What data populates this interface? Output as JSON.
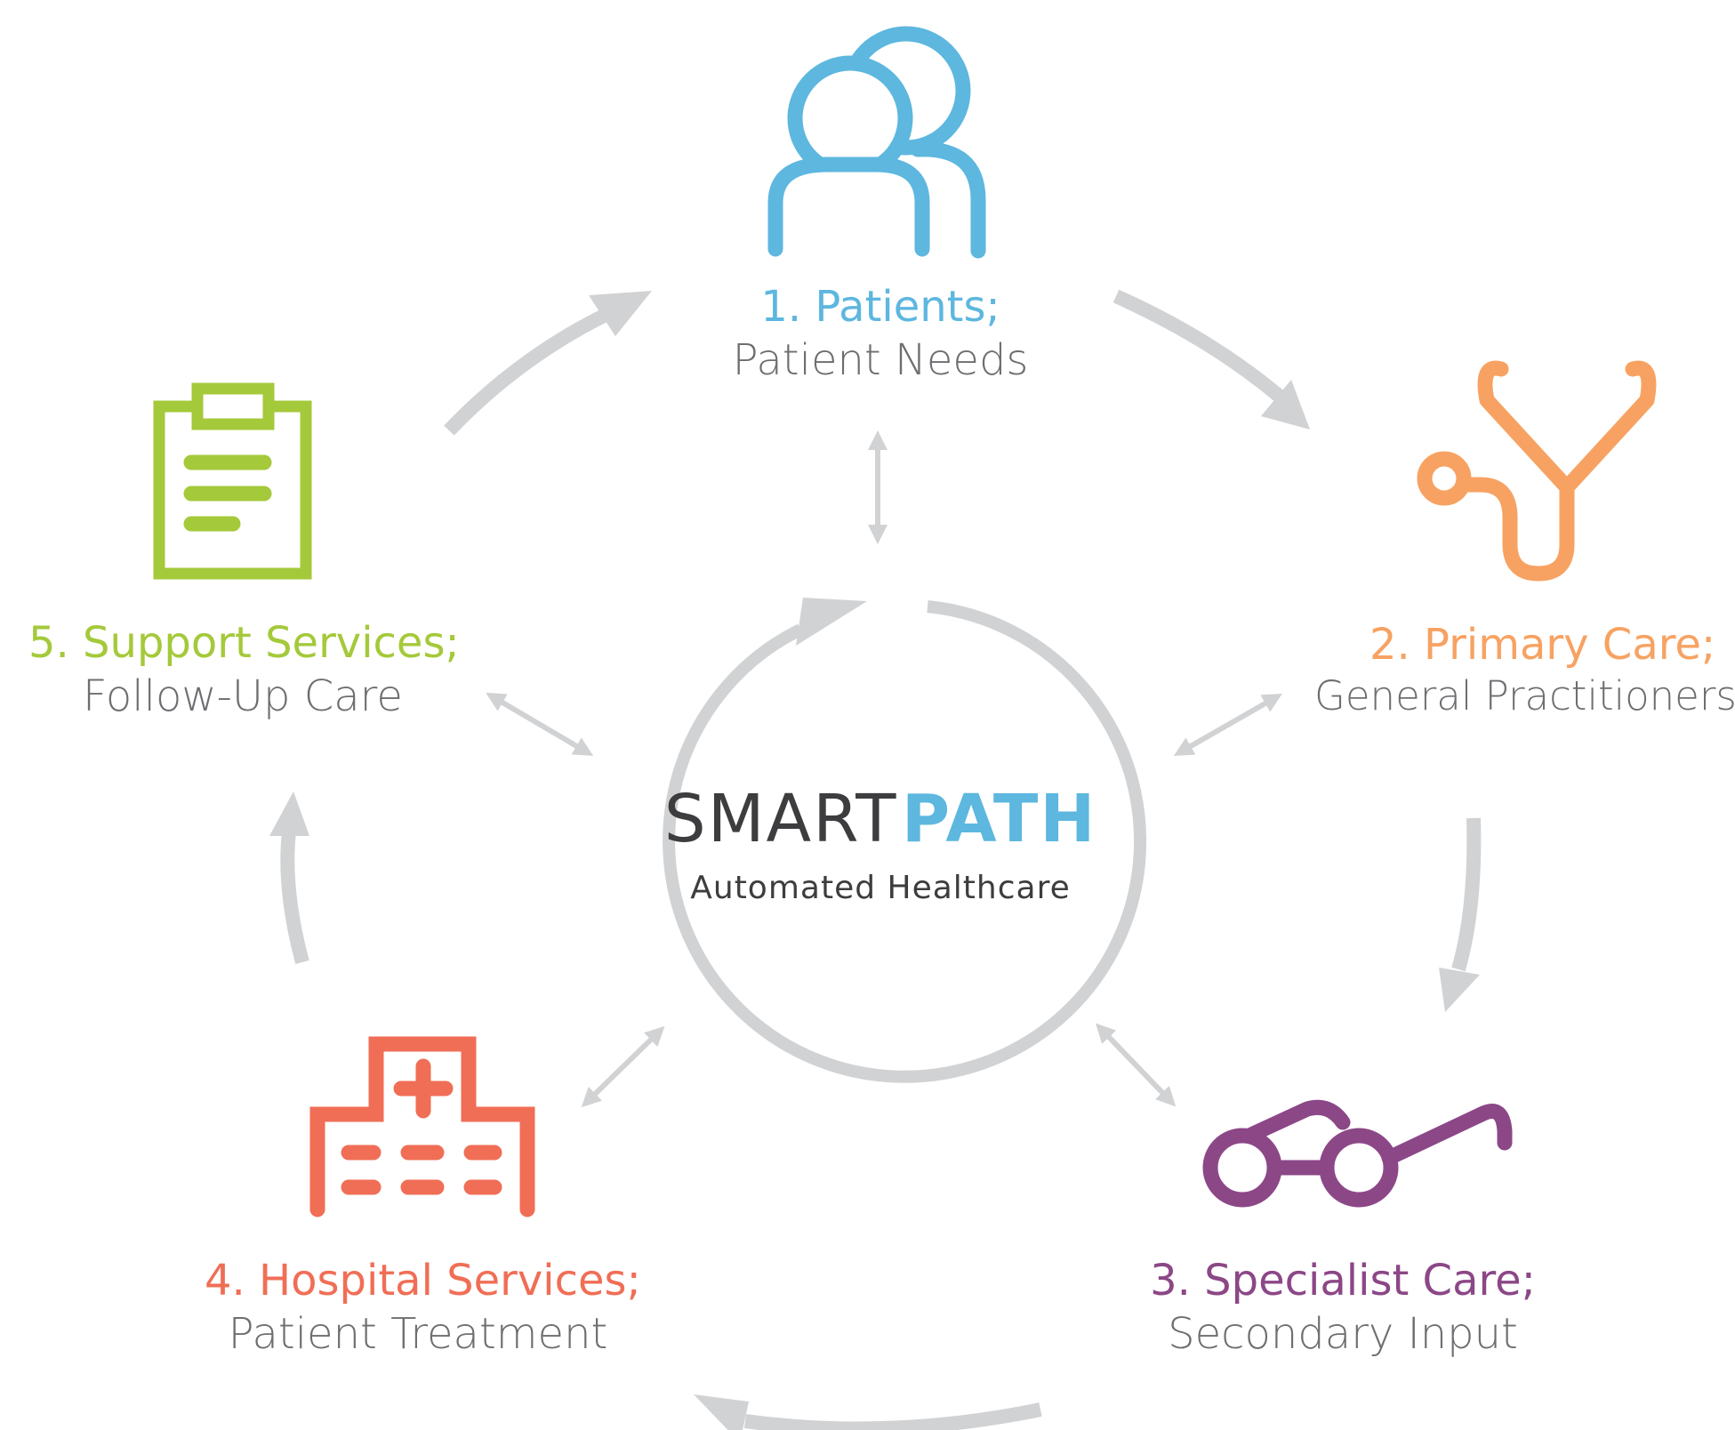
{
  "brand": {
    "name_part1": "SMART",
    "name_part2": "PATH",
    "tagline": "Automated Healthcare",
    "accent_color": "#5db7df",
    "text_color": "#3d3d3f"
  },
  "flow_arrow_color": "#d1d2d4",
  "nodes": [
    {
      "title": "1. Patients;",
      "subtitle": "Patient Needs",
      "color": "#5db7df",
      "icon": "patients-icon"
    },
    {
      "title": "2. Primary Care;",
      "subtitle": "General Practitioners",
      "color": "#f7a262",
      "icon": "stethoscope-icon"
    },
    {
      "title": "3. Specialist Care;",
      "subtitle": "Secondary Input",
      "color": "#8c4787",
      "icon": "glasses-icon"
    },
    {
      "title": "4. Hospital Services;",
      "subtitle": "Patient Treatment",
      "color": "#f06e56",
      "icon": "hospital-icon"
    },
    {
      "title": "5. Support Services;",
      "subtitle": "Follow-Up Care",
      "color": "#a4c93a",
      "icon": "clipboard-icon"
    }
  ]
}
